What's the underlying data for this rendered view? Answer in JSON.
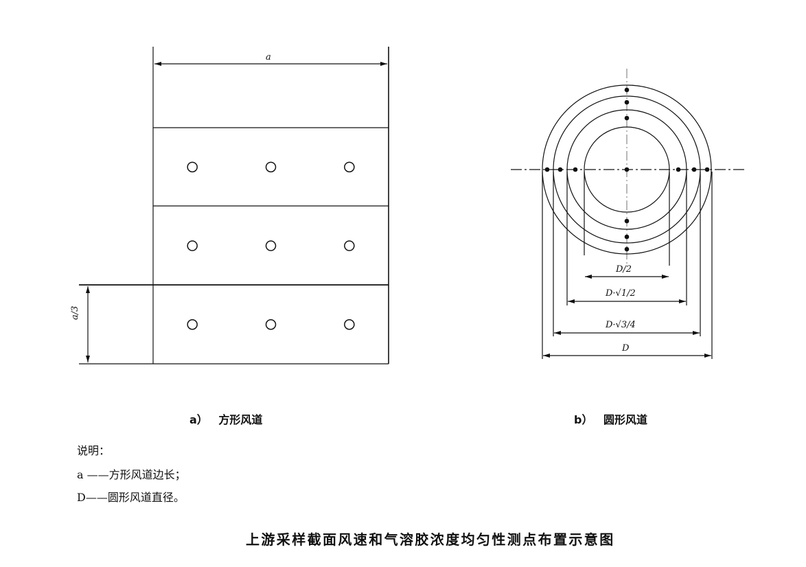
{
  "figure_a": {
    "dim_width_label": "a",
    "dim_row_label": "a/3",
    "caption_letter": "a）",
    "caption": "方形风道",
    "rows": 3,
    "columns": 3
  },
  "figure_b": {
    "dim_labels": [
      "D/2",
      "D·√1/2",
      "D·√3/4",
      "D"
    ],
    "caption_letter": "b）",
    "caption": "圆形风道"
  },
  "notes": {
    "heading": "说明：",
    "items": [
      "a ——方形风道边长；",
      "D——圆形风道直径。"
    ]
  },
  "title": "上游采样截面风速和气溶胶浓度均匀性测点布置示意图"
}
